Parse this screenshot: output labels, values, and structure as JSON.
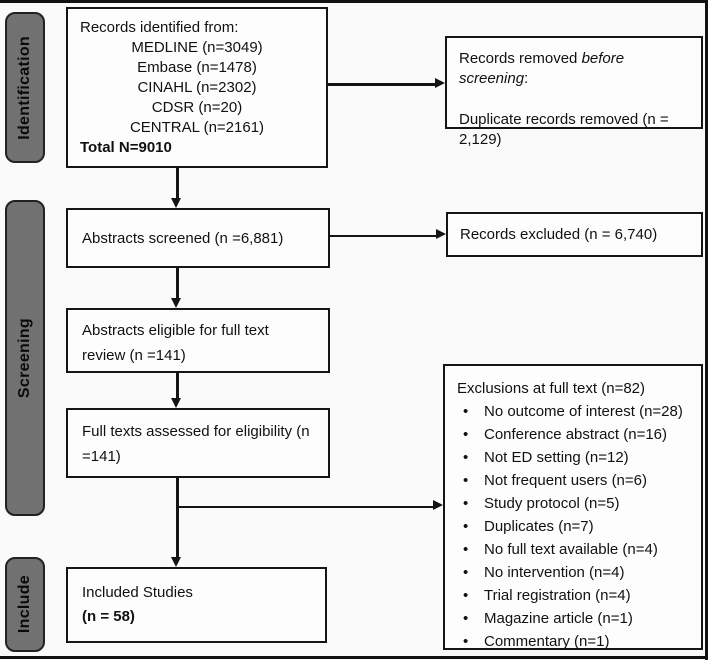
{
  "diagram": {
    "type": "prisma-flow",
    "stages": {
      "identification": "Identification",
      "screening": "Screening",
      "include": "Include"
    },
    "boxes": {
      "records_identified": {
        "intro": "Records identified from:",
        "sources": [
          "MEDLINE (n=3049)",
          "Embase (n=1478)",
          "CINAHL (n=2302)",
          "CDSR (n=20)",
          "CENTRAL (n=2161)"
        ],
        "total": "Total N=9010"
      },
      "records_removed": {
        "title_prefix": "Records removed ",
        "title_italic": "before screening",
        "title_suffix": ":",
        "body": "Duplicate records removed (n = 2,129)"
      },
      "abstracts_screened": {
        "text": "Abstracts screened (n =6,881)"
      },
      "records_excluded": {
        "text": "Records excluded (n = 6,740)"
      },
      "abstracts_eligible": {
        "text": "Abstracts eligible for full text review (n =141)"
      },
      "full_texts_assessed": {
        "text": "Full texts assessed for eligibility (n =141)"
      },
      "exclusions": {
        "title": "Exclusions at full text (n=82)",
        "bullet": "•",
        "items": [
          "No outcome of interest (n=28)",
          "Conference abstract (n=16)",
          "Not ED setting (n=12)",
          "Not frequent users (n=6)",
          "Study protocol (n=5)",
          "Duplicates (n=7)",
          "No full text available (n=4)",
          "No intervention (n=4)",
          "Trial registration (n=4)",
          "Magazine article (n=1)",
          "Commentary (n=1)"
        ]
      },
      "included_studies": {
        "line1": "Included Studies",
        "line2": "(n = 58)"
      }
    },
    "colors": {
      "stage_label_fill": "#717171",
      "box_border": "#151515",
      "background": "#fafafa",
      "text": "#111111"
    }
  }
}
